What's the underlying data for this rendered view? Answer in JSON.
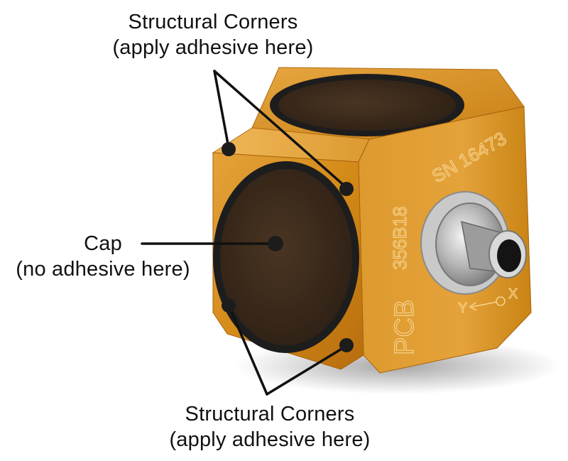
{
  "labels": {
    "top_title": "Structural Corners",
    "top_note": "(apply adhesive here)",
    "cap_title": "Cap",
    "cap_note": "(no adhesive here)",
    "bottom_title": "Structural Corners",
    "bottom_note": "(apply adhesive here)"
  },
  "device_markings": {
    "serial": "SN 16473",
    "model": "356B18",
    "brand": "PCB",
    "axis_y": "Y",
    "axis_x": "X"
  },
  "colors": {
    "body": "#d8901e",
    "cap": "#3d2b1c",
    "ring": "#222222",
    "dot": "#1c1c1c",
    "line": "#111111"
  }
}
